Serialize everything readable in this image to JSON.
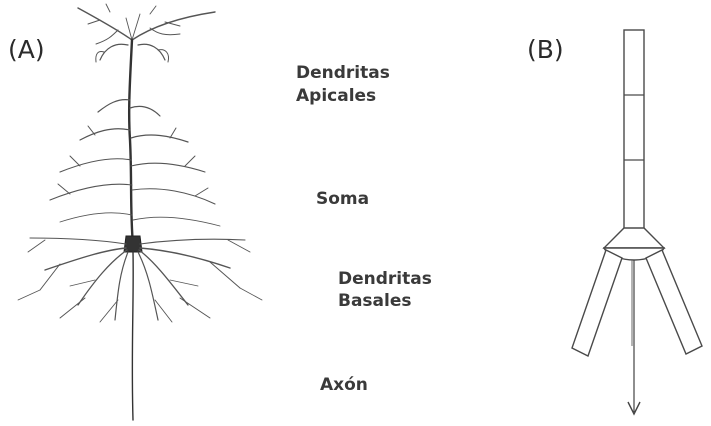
{
  "panel_a": {
    "label": "(A)",
    "labels": {
      "apical_line1": "Dendritas",
      "apical_line2": "Apicales",
      "soma": "Soma",
      "basal_line1": "Dendritas",
      "basal_line2": "Basales",
      "axon": "Axón"
    }
  },
  "panel_b": {
    "label": "(B)"
  },
  "colors": {
    "ink": "#333333",
    "text": "#3a3a3a",
    "background": "#ffffff"
  }
}
